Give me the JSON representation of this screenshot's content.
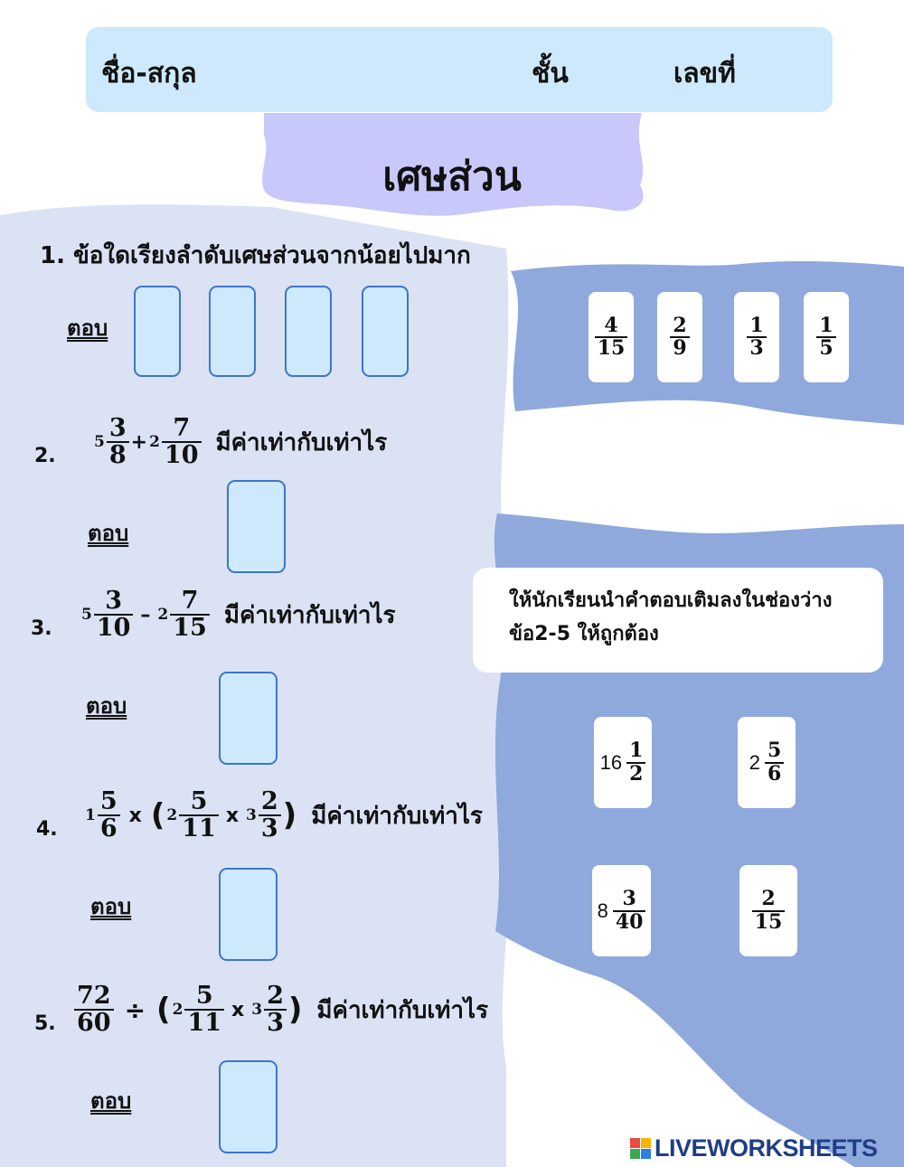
{
  "header": {
    "name_label": "ชื่อ-สกุล",
    "class_label": "ชั้น",
    "number_label": "เลขที่"
  },
  "title": "เศษส่วน",
  "answer_label": "ตอบ",
  "questions": {
    "q1": {
      "num": "1.",
      "text": "ข้อใดเรียงลำดับเศษส่วนจากน้อยไปมาก"
    },
    "q2": {
      "num": "2.",
      "whole1": "5",
      "num1": "3",
      "den1": "8",
      "op1": "+",
      "whole2": "2",
      "num2": "7",
      "den2": "10",
      "text": "มีค่าเท่ากับเท่าไร"
    },
    "q3": {
      "num": "3.",
      "whole1": "5",
      "num1": "3",
      "den1": "10",
      "op1": "–",
      "whole2": "2",
      "num2": "7",
      "den2": "15",
      "text": "มีค่าเท่ากับเท่าไร"
    },
    "q4": {
      "num": "4.",
      "whole1": "1",
      "num1": "5",
      "den1": "6",
      "op1": "x",
      "open": "(",
      "whole2": "2",
      "num2": "5",
      "den2": "11",
      "op2": "x",
      "whole3": "3",
      "num3": "2",
      "den3": "3",
      "close": ")",
      "text": "มีค่าเท่ากับเท่าไร"
    },
    "q5": {
      "num": "5.",
      "num1": "72",
      "den1": "60",
      "op1": "÷",
      "open": "(",
      "whole2": "2",
      "num2": "5",
      "den2": "11",
      "op2": "x",
      "whole3": "3",
      "num3": "2",
      "den3": "3",
      "close": ")",
      "text": "มีค่าเท่ากับเท่าไร"
    }
  },
  "order_cards": [
    {
      "num": "4",
      "den": "15"
    },
    {
      "num": "2",
      "den": "9"
    },
    {
      "num": "1",
      "den": "3"
    },
    {
      "num": "1",
      "den": "5"
    }
  ],
  "instruction": {
    "line1": "ให้นักเรียนนำคำตอบเติมลงในช่องว่าง",
    "line2": "ข้อ2-5 ให้ถูกต้อง"
  },
  "answer_cards": [
    {
      "whole": "16",
      "num": "1",
      "den": "2"
    },
    {
      "whole": "2",
      "num": "5",
      "den": "6"
    },
    {
      "whole": "8",
      "num": "3",
      "den": "40"
    },
    {
      "whole": "",
      "num": "2",
      "den": "15"
    }
  ],
  "logo": {
    "text": "LIVEWORKSHEETS"
  },
  "colors": {
    "header_bg": "#cde9fb",
    "title_bg": "#c9c8fb",
    "left_panel": "#dae2f4",
    "right_panel": "#8fa9dc",
    "answer_box_fill": "#cde9fb",
    "answer_box_border": "#3d76c8"
  }
}
